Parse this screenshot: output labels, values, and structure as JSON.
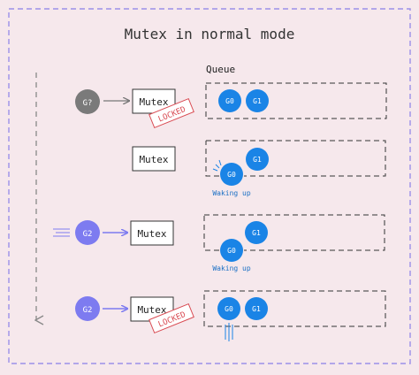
{
  "diagram": {
    "title": "Mutex in normal mode",
    "queue_label": "Queue",
    "colors": {
      "background": "#f6e8ec",
      "border": "#9b8fe8",
      "queue_goroutine": "#1a84e6",
      "incoming_goroutine": "#7d7bf0",
      "unknown_goroutine": "#7a7a7a",
      "locked_stamp": "#d94a52",
      "waking_text": "#1a6fc4",
      "arrow": "#7d7bf0"
    },
    "rows": [
      {
        "actor": "G?",
        "mutex": "Mutex",
        "stamp": "LOCKED",
        "queue": [
          "G0",
          "G1"
        ]
      },
      {
        "mutex": "Mutex",
        "queue": [
          "G0",
          "G1"
        ],
        "waking_label": "Waking up"
      },
      {
        "actor": "G2",
        "mutex": "Mutex",
        "queue": [
          "G0",
          "G1"
        ],
        "waking_label": "Waking up"
      },
      {
        "actor": "G2",
        "mutex": "Mutex",
        "stamp": "LOCKED",
        "queue": [
          "G0",
          "G1"
        ]
      }
    ]
  }
}
